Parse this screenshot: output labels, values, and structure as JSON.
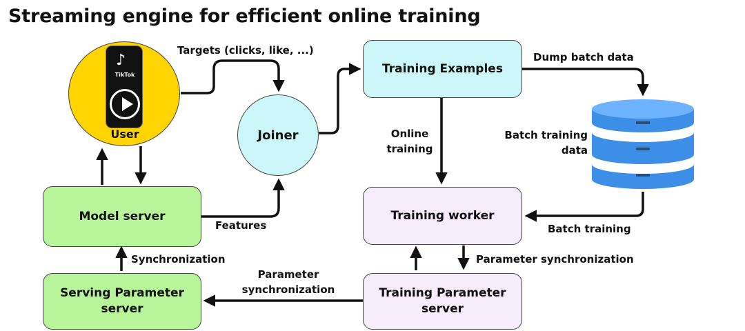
{
  "title": "Streaming engine for efficient online training",
  "nodes": {
    "user": "User",
    "phone_app": "TikTok",
    "joiner": "Joiner",
    "model_server": "Model server",
    "serving_param_server": "Serving Parameter server",
    "training_examples": "Training Examples",
    "training_worker": "Training worker",
    "training_param_server": "Training Parameter server",
    "batch_training_data": "Batch training data"
  },
  "edges": {
    "targets": "Targets (clicks, like, ...)",
    "features": "Features",
    "dump_batch_data": "Dump batch data",
    "online_training": "Online training",
    "batch_training": "Batch training",
    "parameter_sync_right": "Parameter synchronization",
    "parameter_sync_bottom": "Parameter synchronization",
    "synchronization": "Synchronization"
  },
  "colors": {
    "green": "#b8f59a",
    "cyan": "#cdf6f9",
    "lavender": "#f7ecfb",
    "user_yellow": "#ffd400",
    "database_blue": "#3d8ee6",
    "arrow": "#111111"
  },
  "icons": {
    "phone": "tiktok-phone-icon",
    "play": "play-icon",
    "database": "database-icon"
  }
}
